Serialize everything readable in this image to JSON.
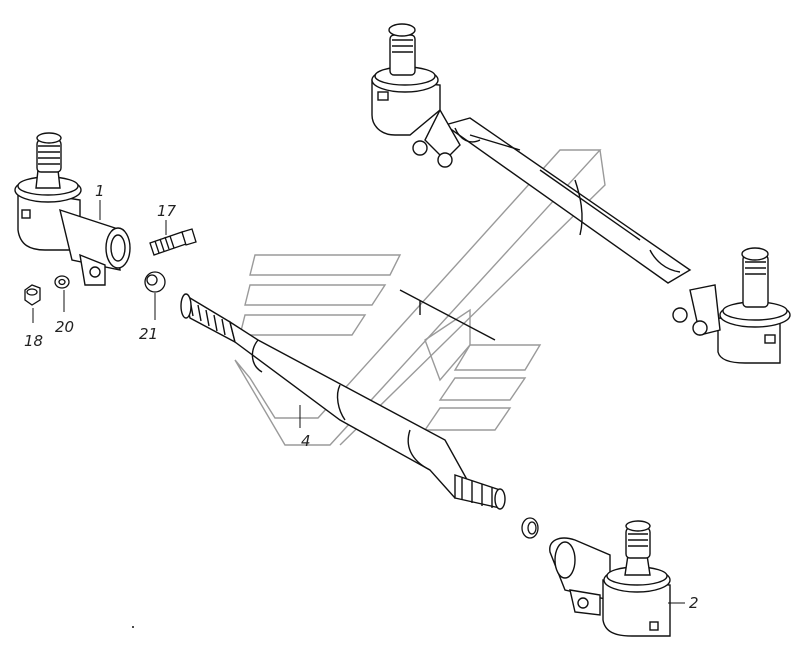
{
  "callouts": [
    {
      "id": "c1",
      "label": "1"
    },
    {
      "id": "c2",
      "label": "2"
    },
    {
      "id": "c4",
      "label": "4"
    },
    {
      "id": "c17",
      "label": "17"
    },
    {
      "id": "c18",
      "label": "18"
    },
    {
      "id": "c20",
      "label": "20"
    },
    {
      "id": "c21",
      "label": "21"
    }
  ],
  "colors": {
    "line": "#111111",
    "watermark": "#9a9a9a"
  }
}
